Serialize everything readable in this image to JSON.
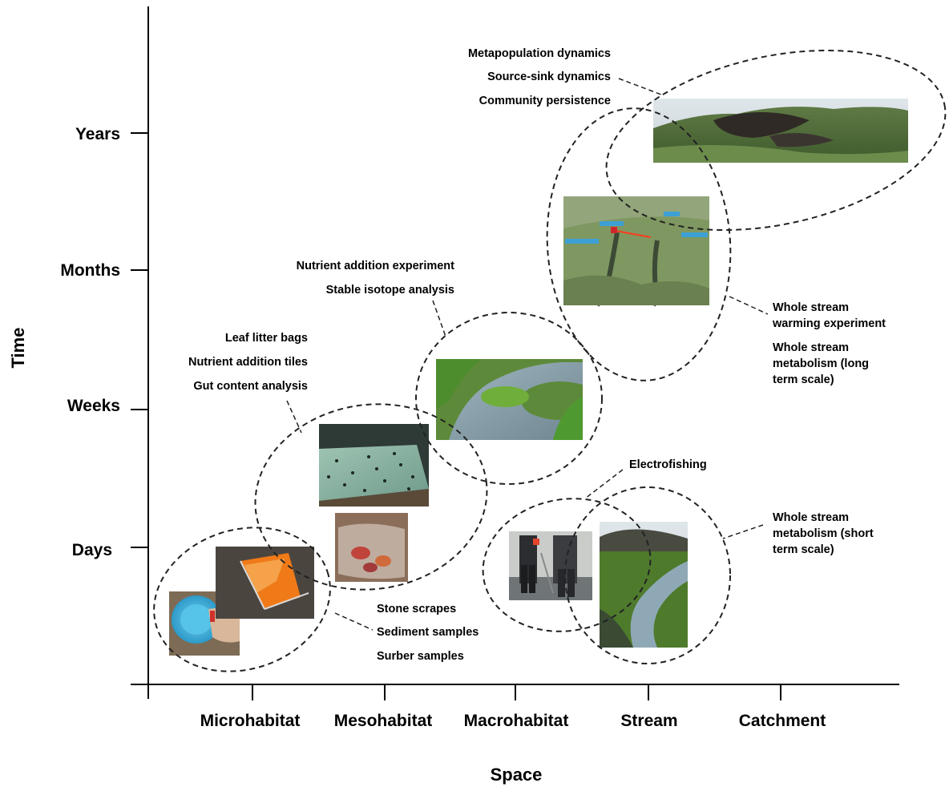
{
  "axes": {
    "x_title": "Space",
    "y_title": "Time",
    "x_ticks": [
      "Microhabitat",
      "Mesohabitat",
      "Macrohabitat",
      "Stream",
      "Catchment"
    ],
    "y_ticks": [
      "Years",
      "Months",
      "Weeks",
      "Days"
    ]
  },
  "groups": [
    {
      "id": "metapop",
      "labels": [
        "Metapopulation dynamics",
        "Source-sink dynamics",
        "Community persistence"
      ]
    },
    {
      "id": "warming",
      "labels": [
        "Whole stream",
        "warming experiment",
        "Whole stream",
        "metabolism (long",
        "term scale)"
      ]
    },
    {
      "id": "nutrient",
      "labels": [
        "Nutrient addition experiment",
        "Stable isotope analysis"
      ]
    },
    {
      "id": "litter",
      "labels": [
        "Leaf litter bags",
        "Nutrient addition tiles",
        "Gut content analysis"
      ]
    },
    {
      "id": "electro",
      "labels": [
        "Electrofishing"
      ]
    },
    {
      "id": "shortmetab",
      "labels": [
        "Whole stream",
        "metabolism (short",
        "term scale)"
      ]
    },
    {
      "id": "samples",
      "labels": [
        "Stone scrapes",
        "Sediment samples",
        "Surber samples"
      ]
    }
  ],
  "photos": [
    {
      "id": "catchment-aerial",
      "icon": "catchment-landscape-photo"
    },
    {
      "id": "stream-map",
      "icon": "stream-map-photo"
    },
    {
      "id": "stream-pool",
      "icon": "stream-pool-photo"
    },
    {
      "id": "tile",
      "icon": "nutrient-tile-photo"
    },
    {
      "id": "litter-bag",
      "icon": "leaf-litter-bag-photo"
    },
    {
      "id": "bowl",
      "icon": "sample-bowl-photo"
    },
    {
      "id": "surber-net",
      "icon": "surber-net-photo"
    },
    {
      "id": "electrofishing",
      "icon": "electrofishing-photo"
    },
    {
      "id": "stream-channel",
      "icon": "stream-channel-photo"
    }
  ]
}
